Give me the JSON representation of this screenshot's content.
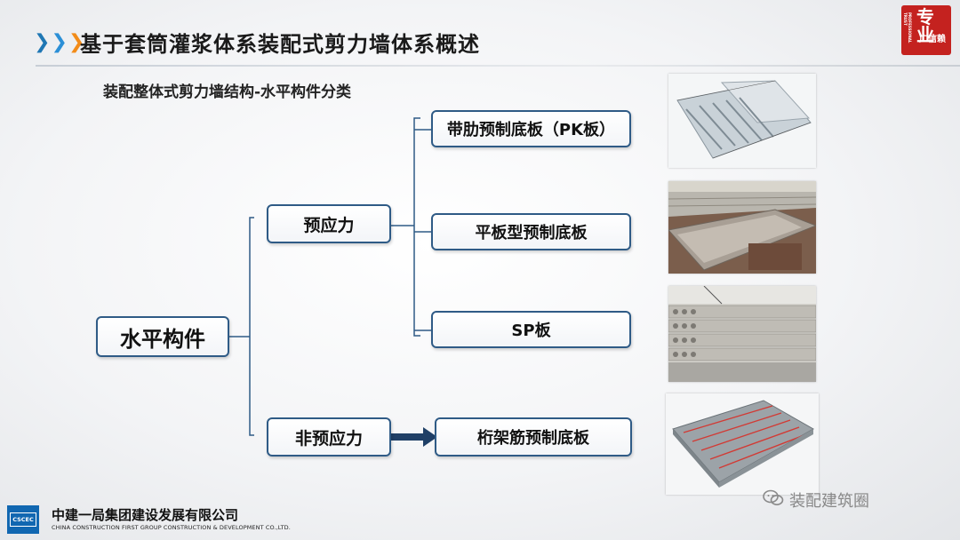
{
  "header": {
    "title": "基于套筒灌浆体系装配式剪力墙体系概述",
    "arrow_colors": [
      "#1f77b4",
      "#2b8fd6",
      "#f28c1a"
    ]
  },
  "stamp": {
    "text_main": "专业",
    "text_sub": "广信赖",
    "text_side": "PROFESSIONAL TRUST"
  },
  "diagram": {
    "subtitle": "装配整体式剪力墙结构-水平构件分类",
    "root": "水平构件",
    "level1": [
      "预应力",
      "非预应力"
    ],
    "prestressed_children": [
      "带肋预制底板（PK板）",
      "平板型预制底板",
      "SP板"
    ],
    "non_prestressed_children": [
      "桁架筋预制底板"
    ]
  },
  "images": [
    {
      "icon": "pk-slab-render-image"
    },
    {
      "icon": "flat-precast-slab-factory-photo"
    },
    {
      "icon": "sp-hollow-core-slab-photo"
    },
    {
      "icon": "truss-reinforced-slab-render-image"
    }
  ],
  "footer": {
    "company_cn": "中建一局集团建设发展有限公司",
    "company_en": "CHINA CONSTRUCTION FIRST GROUP CONSTRUCTION & DEVELOPMENT CO.,LTD.",
    "logo_text": "CSCEC",
    "watermark": "装配建筑圈"
  },
  "colors": {
    "node_border": "#2f5b86",
    "connector": "#2f5b86",
    "arrow_fill": "#1f3f66",
    "brand_blue": "#1167b1",
    "stamp_red": "#c4221f"
  }
}
